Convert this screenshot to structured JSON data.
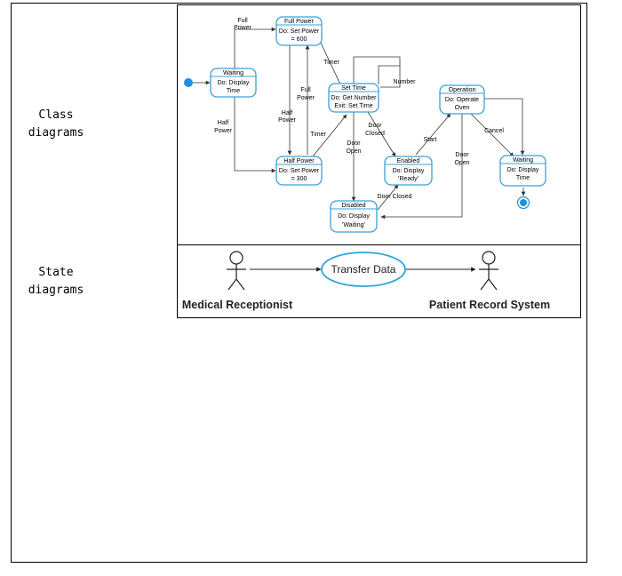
{
  "row_labels": {
    "row1": "Class\ndiagrams",
    "row2": "State\ndiagrams"
  },
  "state_diagram": {
    "states": {
      "waiting1": {
        "name": "Waiting",
        "action1": "Do: Display",
        "action2": "Time"
      },
      "full_power": {
        "name": "Full Power",
        "action1": "Do: Set Power",
        "action2": "= 600"
      },
      "half_power": {
        "name": "Half Power",
        "action1": "Do: Set Power",
        "action2": "= 300"
      },
      "set_time": {
        "name": "Set Time",
        "action1": "Do: Get Number",
        "action2": "Exit: Set Time"
      },
      "disabled": {
        "name": "Disabled",
        "action1": "Do: Display",
        "action2": "'Waiting'"
      },
      "enabled": {
        "name": "Enabled",
        "action1": "Do: Display",
        "action2": "'Ready'"
      },
      "operation": {
        "name": "Operation",
        "action1": "Do: Operate",
        "action2": "Oven"
      },
      "waiting2": {
        "name": "Waiting",
        "action1": "Do: Display",
        "action2": "Time"
      }
    },
    "transitions": {
      "full_power_a": "Full",
      "full_power_b": "Power",
      "half_power_left_a": "Half",
      "half_power_left_b": "Power",
      "half_power_mid_a": "Half",
      "half_power_mid_b": "Power",
      "full_power_mid_a": "Full",
      "full_power_mid_b": "Power",
      "timer_top": "Timer",
      "timer_bottom": "Timer",
      "number": "Number",
      "door_open_a": "Door",
      "door_open_b": "Open",
      "door_closed_a": "Door",
      "door_closed_b": "Closed",
      "door_closed_bottom": "Door Closed",
      "start": "Start",
      "door_open_right_a": "Door",
      "door_open_right_b": "Open",
      "cancel": "Cancel"
    }
  },
  "use_case": {
    "left_actor": "Medical Receptionist",
    "use_case_label": "Transfer Data",
    "right_actor": "Patient Record System"
  },
  "colors": {
    "state_border": "#3aa0d6",
    "initial_node": "#1e90e0",
    "use_case_border": "#2fa4dc"
  }
}
